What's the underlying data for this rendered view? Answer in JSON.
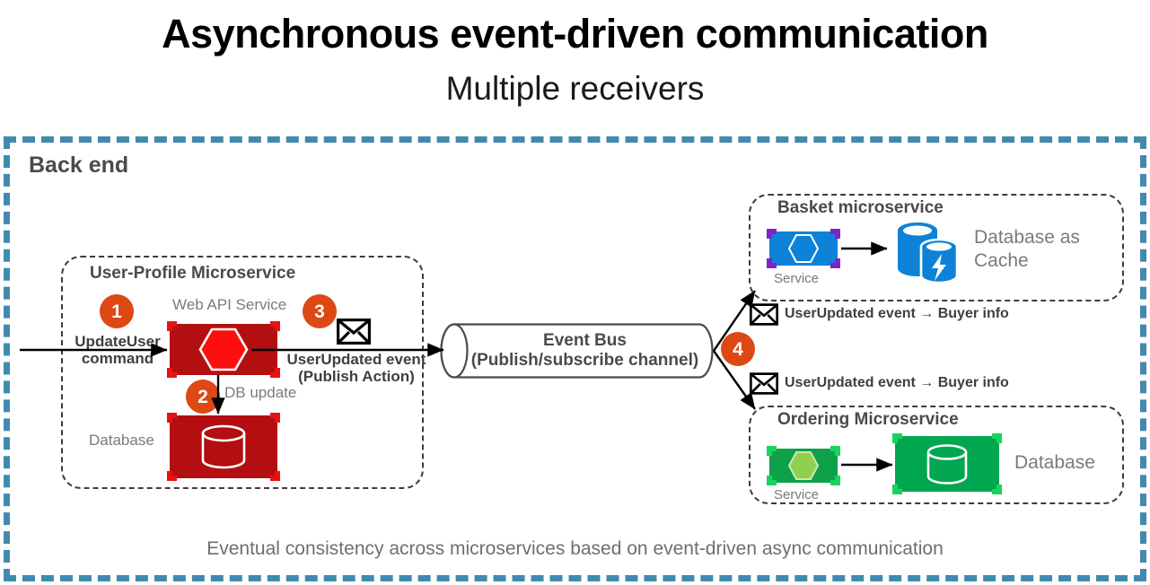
{
  "title": {
    "main": "Asynchronous event-driven communication",
    "sub": "Multiple receivers"
  },
  "backend": {
    "label": "Back end",
    "border_color": "#4389ae"
  },
  "user_profile_ms": {
    "title": "User-Profile Microservice",
    "web_api_label": "Web API Service",
    "database_label": "Database",
    "incoming_command": "UpdateUser\ncommand",
    "db_update_label": "DB update",
    "publish_label": "UserUpdated event\n(Publish Action)",
    "tile_color": "#b30f10",
    "accent_color": "#e81212"
  },
  "event_bus": {
    "line1": "Event Bus",
    "line2": "(Publish/subscribe channel)"
  },
  "basket_ms": {
    "title": "Basket microservice",
    "service_label": "Service",
    "database_label": "Database as\nCache",
    "tile_color": "#0e82d8",
    "accent_color": "#8322c9"
  },
  "ordering_ms": {
    "title": "Ordering Microservice",
    "service_label": "Service",
    "database_label": "Database",
    "tile_color": "#00a650",
    "accent_color": "#18d45e"
  },
  "subscriber_messages": [
    "UserUpdated event → Buyer info",
    "UserUpdated event → Buyer info"
  ],
  "steps": {
    "one": "1",
    "two": "2",
    "three": "3",
    "four": "4",
    "color": "#dd4814"
  },
  "caption": "Eventual consistency across microservices based on event-driven async communication"
}
